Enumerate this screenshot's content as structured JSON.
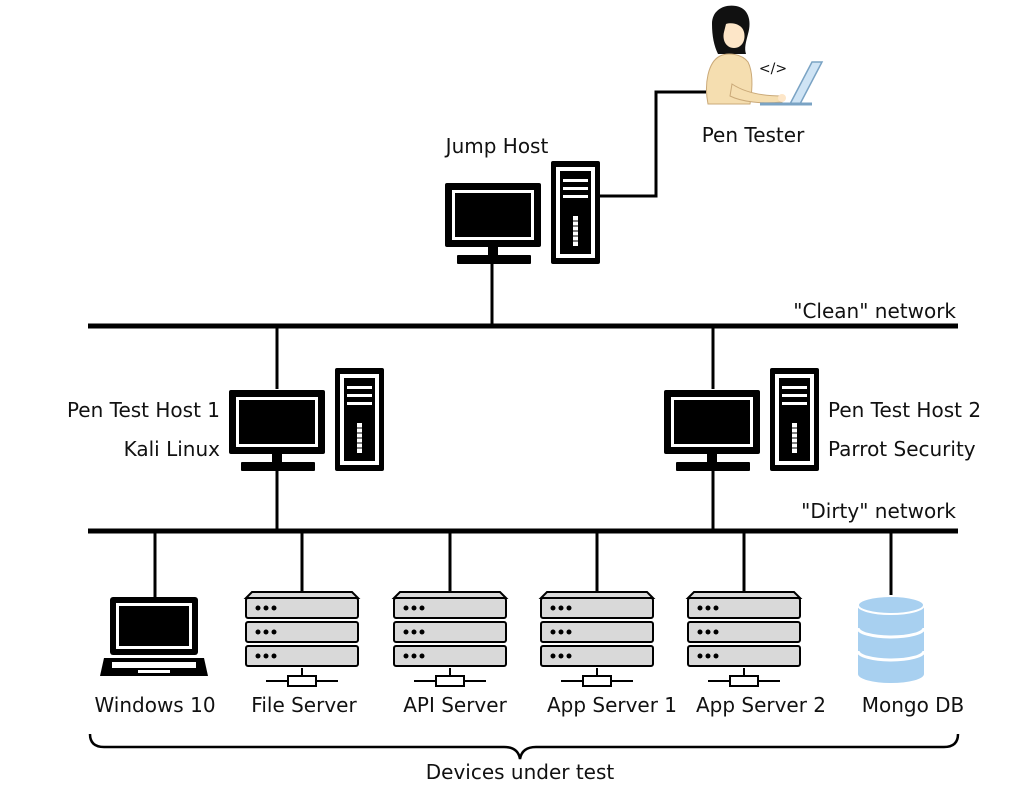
{
  "networks": {
    "clean_label": "\"Clean\" network",
    "dirty_label": "\"Dirty\" network"
  },
  "pen_tester": {
    "label": "Pen Tester",
    "screen_glyph": "</>",
    "icon": "person-with-laptop-icon"
  },
  "jump_host": {
    "label": "Jump Host",
    "icon": "desktop-computer-icon"
  },
  "pen_test_host_1": {
    "name": "Pen Test Host 1",
    "os": "Kali Linux",
    "icon": "desktop-computer-icon"
  },
  "pen_test_host_2": {
    "name": "Pen Test Host 2",
    "os": "Parrot Security",
    "icon": "desktop-computer-icon"
  },
  "devices": [
    {
      "label": "Windows 10",
      "icon": "laptop-icon"
    },
    {
      "label": "File Server",
      "icon": "rack-server-icon"
    },
    {
      "label": "API Server",
      "icon": "rack-server-icon"
    },
    {
      "label": "App Server 1",
      "icon": "rack-server-icon"
    },
    {
      "label": "App Server 2",
      "icon": "rack-server-icon"
    },
    {
      "label": "Mongo DB",
      "icon": "database-icon"
    }
  ],
  "devices_group_label": "Devices under test",
  "colors": {
    "line": "#000000",
    "server_fill": "#d9d9d9",
    "database_fill": "#a8d0f0",
    "skin": "#fde6c8",
    "shirt": "#f5deb0"
  }
}
